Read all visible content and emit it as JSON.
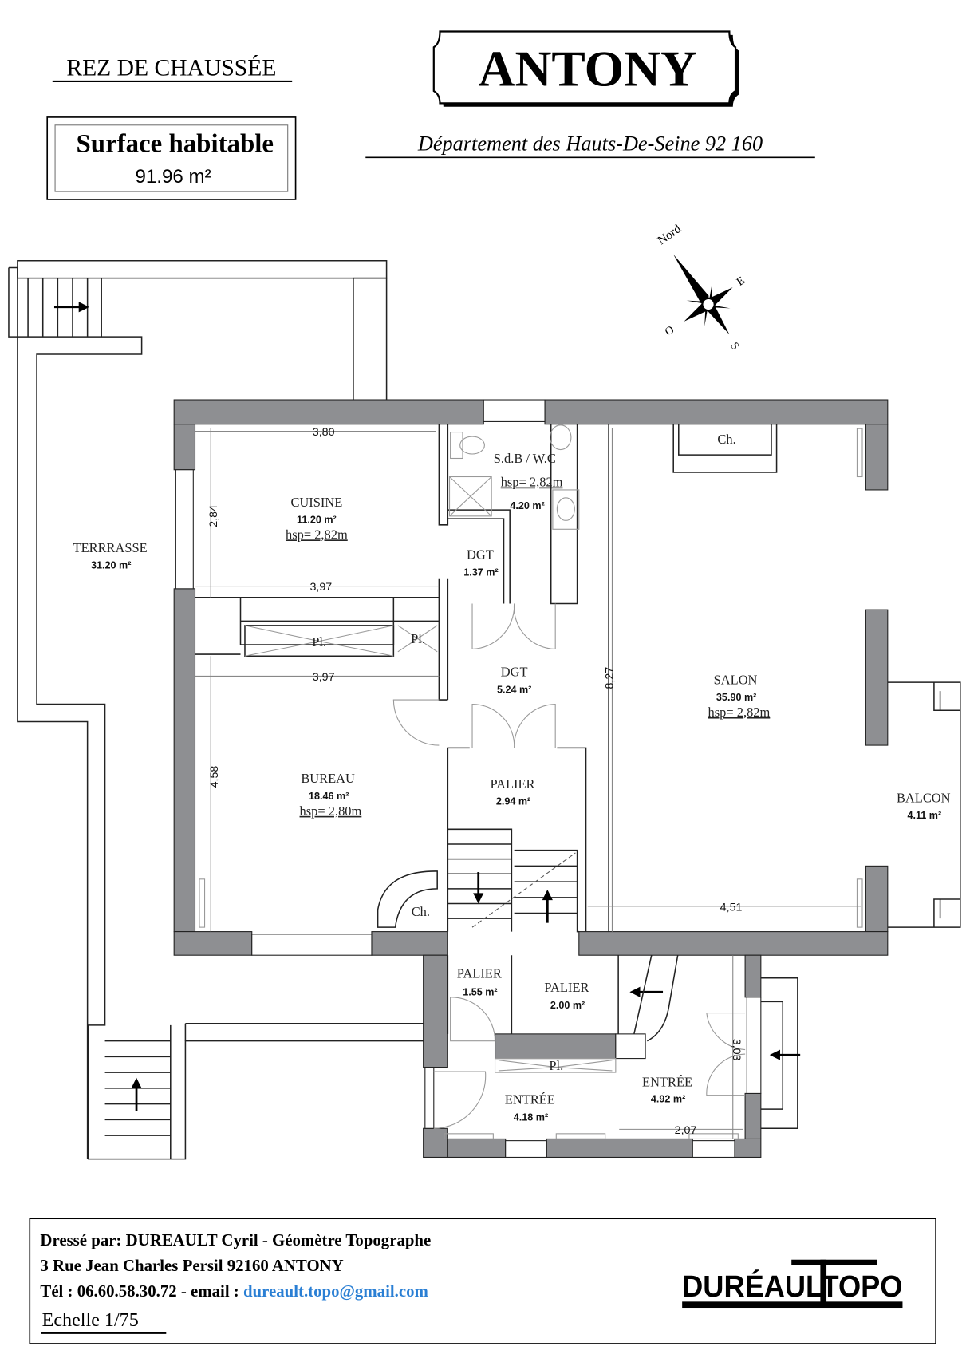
{
  "header": {
    "level_title": "REZ DE CHAUSSÉE",
    "city": "ANTONY",
    "department": "Département des Hauts-De-Seine 92 160",
    "surface_label": "Surface habitable",
    "surface_value": "91.96 m²"
  },
  "compass": {
    "north": "Nord",
    "east": "E",
    "south": "S",
    "west": "O"
  },
  "rooms": [
    {
      "name": "CUISINE",
      "area": "11.20 m²",
      "hsp": "hsp= 2,82m"
    },
    {
      "name": "S.d.B / W.C",
      "area": "4.20 m²",
      "hsp": "hsp= 2,82m"
    },
    {
      "name": "DGT",
      "area": "1.37 m²"
    },
    {
      "name": "DGT",
      "area": "5.24 m²"
    },
    {
      "name": "SALON",
      "area": "35.90 m²",
      "hsp": "hsp= 2,82m"
    },
    {
      "name": "BUREAU",
      "area": "18.46 m²",
      "hsp": "hsp= 2,80m"
    },
    {
      "name": "PALIER",
      "area": "2.94 m²"
    },
    {
      "name": "PALIER",
      "area": "1.55 m²"
    },
    {
      "name": "PALIER",
      "area": "2.00 m²"
    },
    {
      "name": "ENTRÉE",
      "area": "4.18 m²"
    },
    {
      "name": "ENTRÉE",
      "area": "4.92 m²"
    },
    {
      "name": "TERRRASSE",
      "area": "31.20 m²"
    },
    {
      "name": "BALCON",
      "area": "4.11 m²"
    }
  ],
  "fixtures": {
    "chimney": "Ch.",
    "closet": "Pl."
  },
  "dimensions": [
    "3,80",
    "2,84",
    "3,97",
    "3,97",
    "4,58",
    "8,27",
    "4,51",
    "3,03",
    "2,07"
  ],
  "footer": {
    "author": "Dressé par: DUREAULT Cyril - Géomètre Topographe",
    "address": "3 Rue Jean Charles Persil 92160 ANTONY",
    "phone_prefix": "Tél : 06.60.58.30.72 - email : ",
    "email": "dureault.topo@gmail.com",
    "scale": "Echelle  1/75",
    "logo": "DURÉAULTOPO"
  },
  "colors": {
    "wall": "#8e8f92",
    "email": "#2a7fd4"
  }
}
